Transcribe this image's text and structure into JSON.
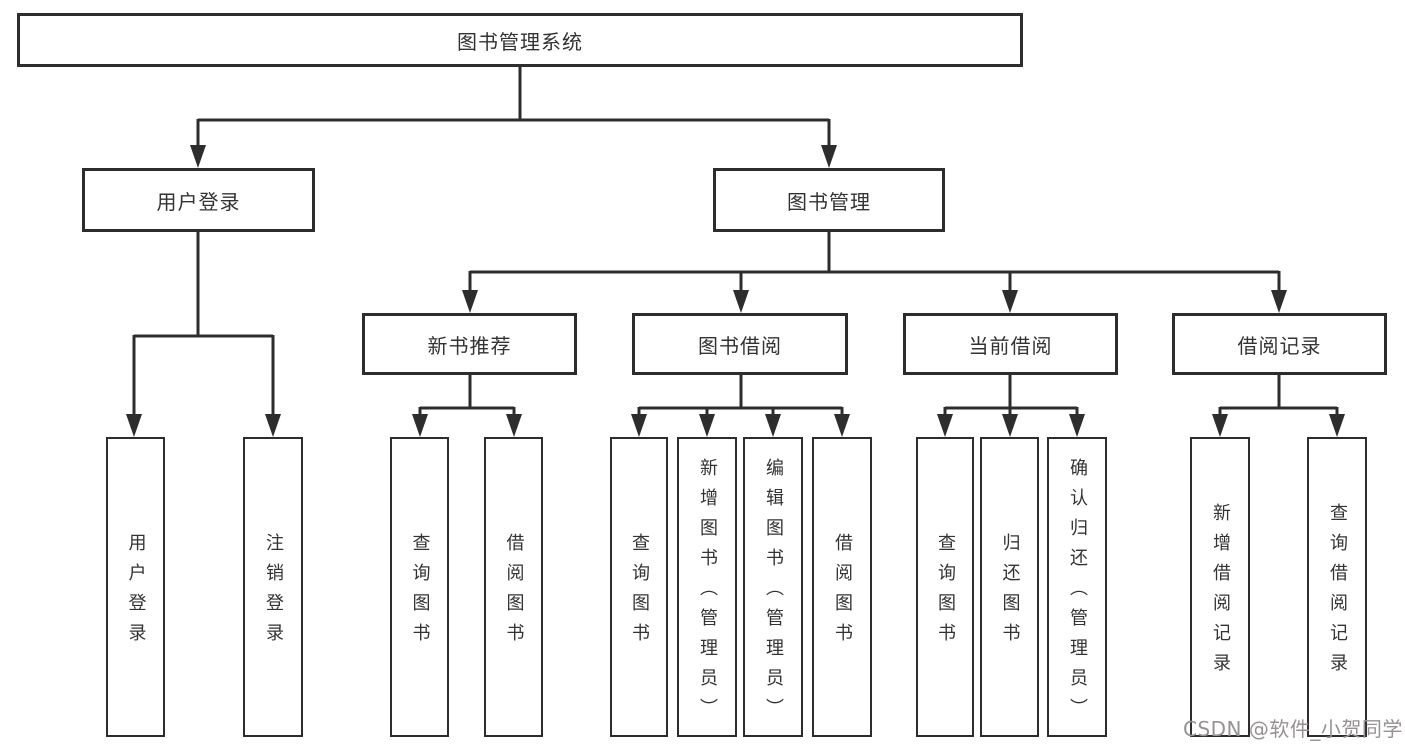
{
  "nodes": {
    "root": {
      "label": "图书管理系统"
    },
    "level2": [
      {
        "label": "用户登录"
      },
      {
        "label": "图书管理"
      }
    ],
    "level3": [
      {
        "label": "新书推荐"
      },
      {
        "label": "图书借阅"
      },
      {
        "label": "当前借阅"
      },
      {
        "label": "借阅记录"
      }
    ],
    "leaves": [
      {
        "label": "用户登录"
      },
      {
        "label": "注销登录"
      },
      {
        "label": "查询图书"
      },
      {
        "label": "借阅图书"
      },
      {
        "label": "查询图书"
      },
      {
        "label": "新增图书（管理员）"
      },
      {
        "label": "编辑图书（管理员）"
      },
      {
        "label": "借阅图书"
      },
      {
        "label": "查询图书"
      },
      {
        "label": "归还图书"
      },
      {
        "label": "确认归还（管理员）"
      },
      {
        "label": "新增借阅记录"
      },
      {
        "label": "查询借阅记录"
      }
    ]
  },
  "edges": [
    {
      "from": "图书管理系统",
      "to": [
        "用户登录",
        "图书管理"
      ]
    },
    {
      "from": "用户登录",
      "to": [
        "用户登录",
        "注销登录"
      ]
    },
    {
      "from": "图书管理",
      "to": [
        "新书推荐",
        "图书借阅",
        "当前借阅",
        "借阅记录"
      ]
    },
    {
      "from": "新书推荐",
      "to": [
        "查询图书",
        "借阅图书"
      ]
    },
    {
      "from": "图书借阅",
      "to": [
        "查询图书",
        "新增图书（管理员）",
        "编辑图书（管理员）",
        "借阅图书"
      ]
    },
    {
      "from": "当前借阅",
      "to": [
        "查询图书",
        "归还图书",
        "确认归还（管理员）"
      ]
    },
    {
      "from": "借阅记录",
      "to": [
        "新增借阅记录",
        "查询借阅记录"
      ]
    }
  ],
  "watermark": {
    "text": "CSDN @软件_小贺同学"
  },
  "colors": {
    "line": "#2d2d2d",
    "box_border": "#2d2d2d",
    "text": "#333333",
    "watermark": "#969292",
    "background": "#ffffff"
  }
}
